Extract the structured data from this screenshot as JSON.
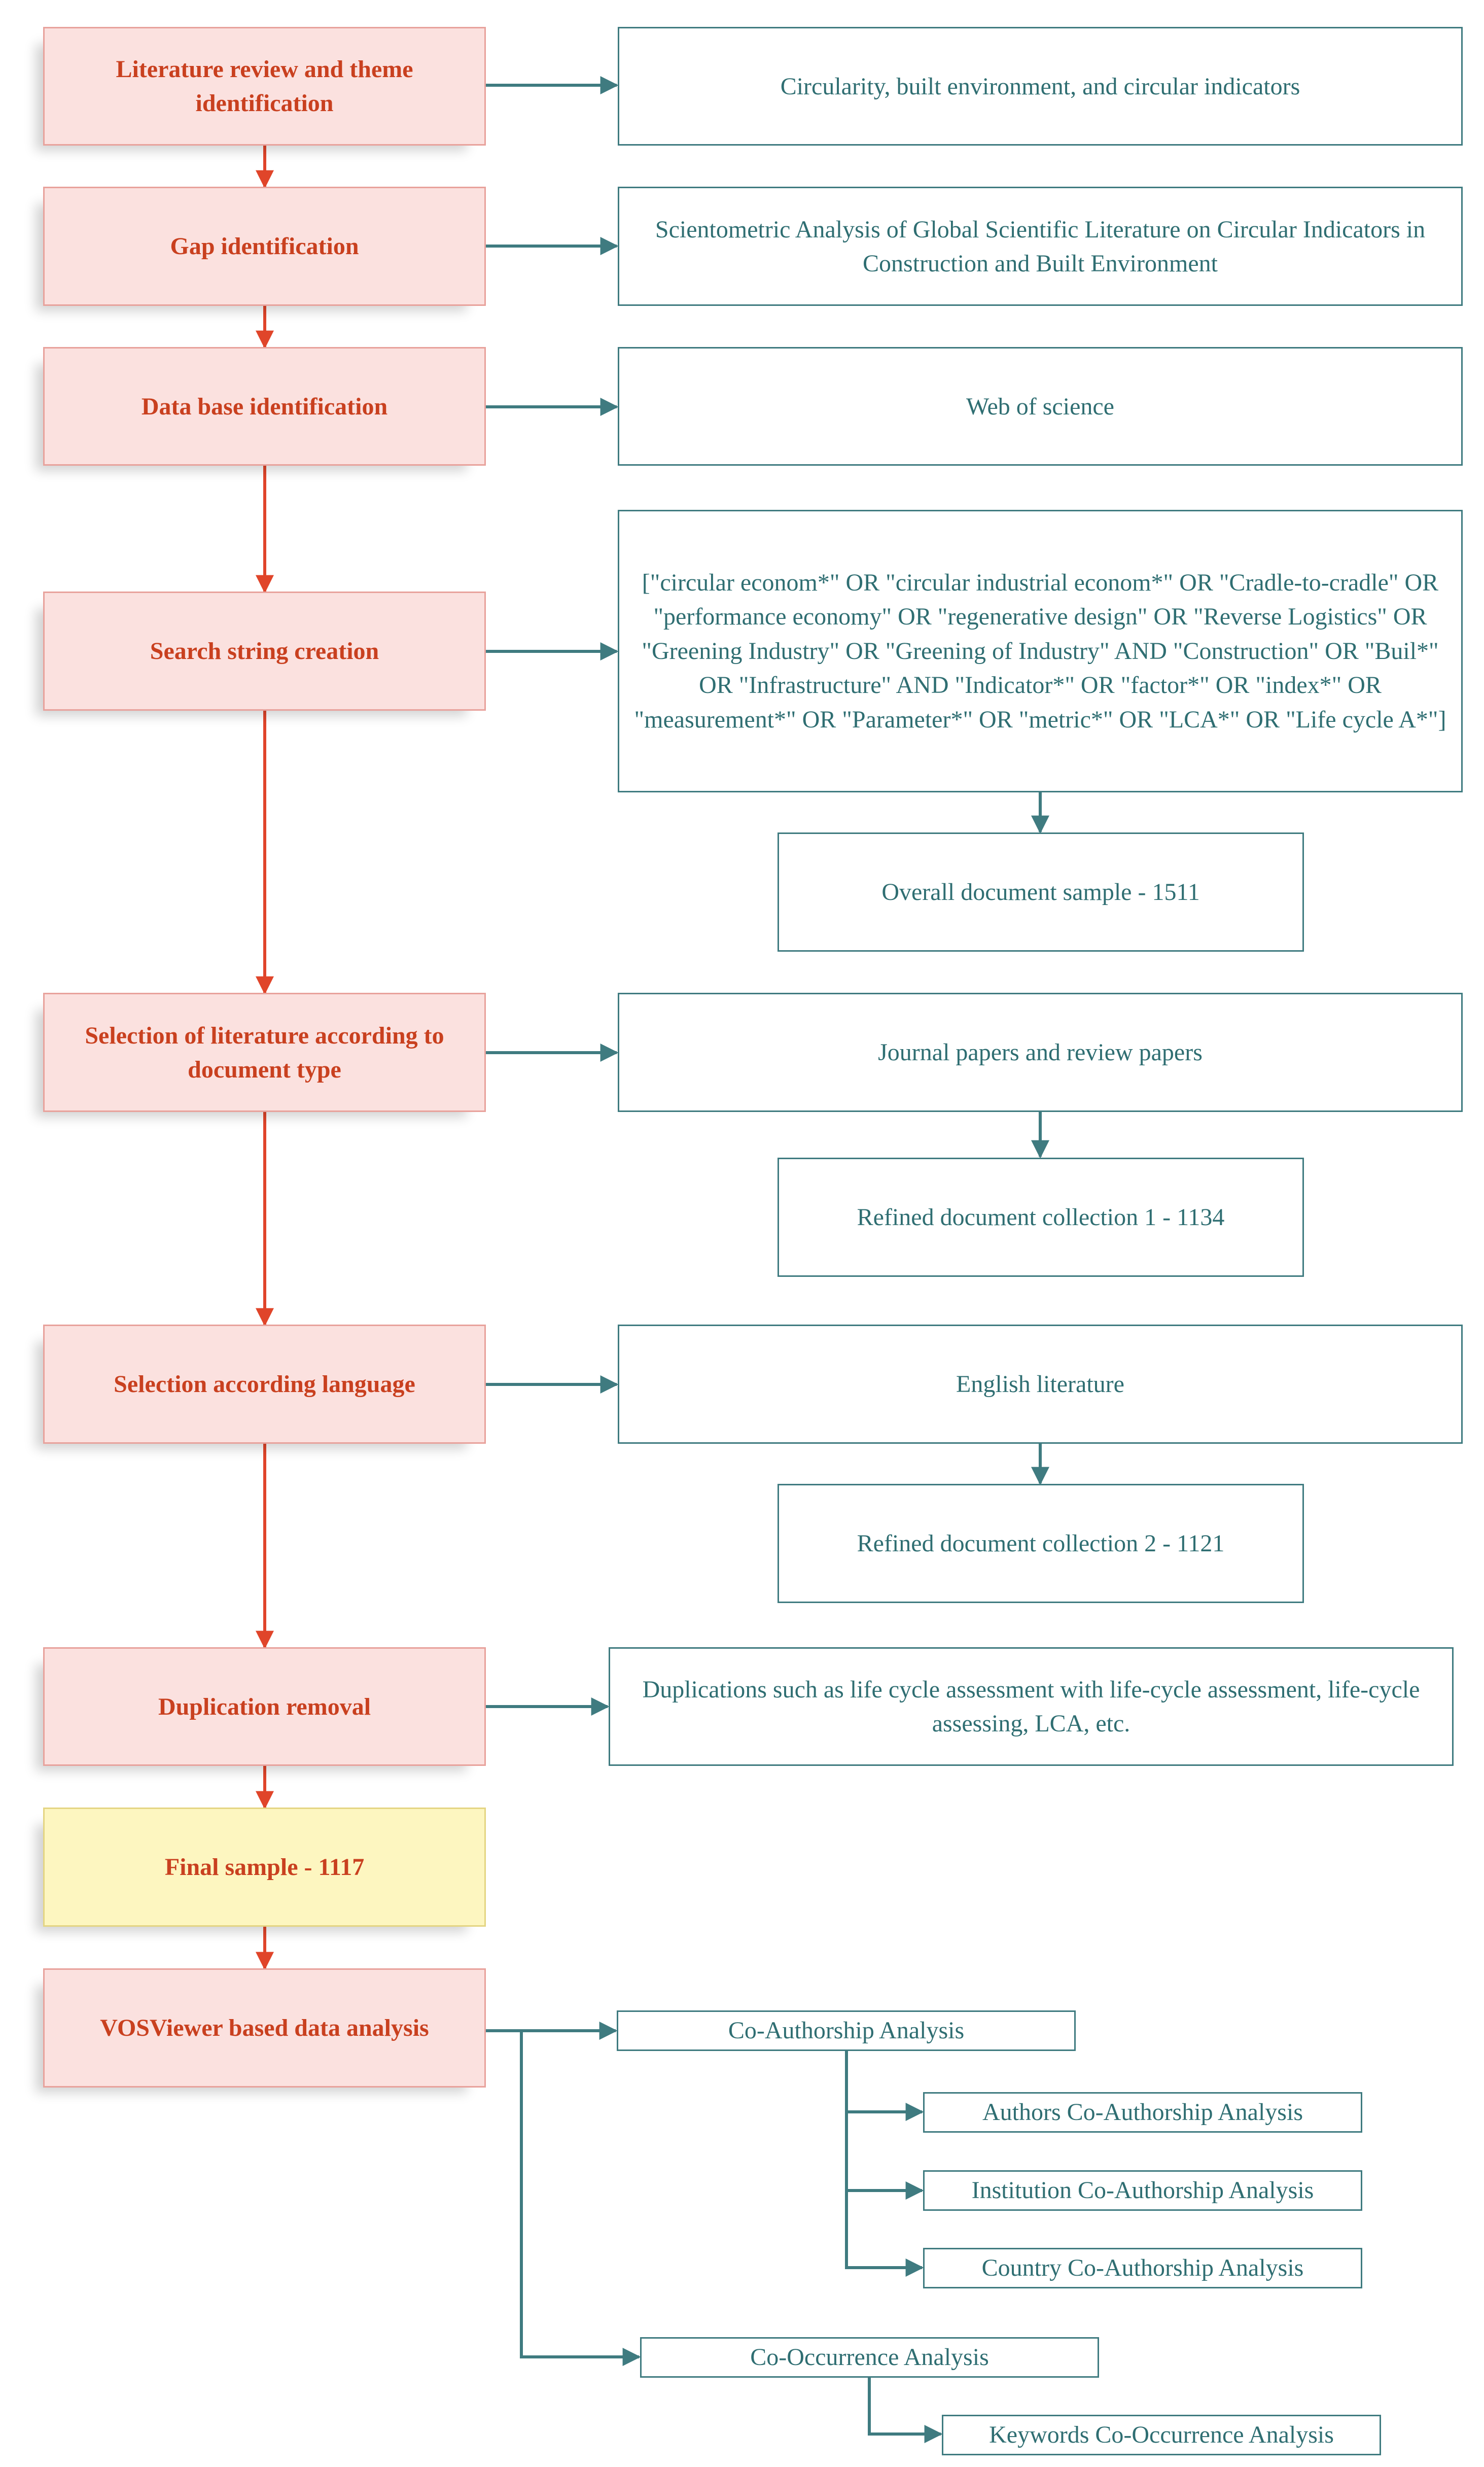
{
  "steps": {
    "literature_review": "Literature review and theme identification",
    "gap_identification": "Gap identification",
    "database_identification": "Data base identification",
    "search_string": "Search string creation",
    "document_type": "Selection of literature according to document type",
    "language": "Selection according language",
    "duplication": "Duplication removal",
    "final_sample": "Final sample - 1117",
    "vosviewer": "VOSViewer based data analysis"
  },
  "details": {
    "themes": "Circularity, built environment, and circular indicators",
    "gap": "Scientometric Analysis of Global Scientific Literature on Circular Indicators in Construction and Built Environment",
    "database": "Web of science",
    "search_query": "[\"circular econom*\" OR \"circular industrial econom*\" OR \"Cradle-to-cradle\" OR \"performance economy\" OR \"regenerative design\" OR \"Reverse Logistics\" OR \"Greening Industry\" OR \"Greening of Industry\" AND \"Construction\" OR \"Buil*\" OR \"Infrastructure\" AND \"Indicator*\" OR \"factor*\" OR \"index*\" OR \"measurement*\" OR \"Parameter*\" OR \"metric*\" OR \"LCA*\" OR \"Life cycle A*\"]",
    "overall_sample": "Overall document sample - 1511",
    "doc_types": "Journal papers and review papers",
    "refined_1": "Refined  document collection 1 - 1134",
    "language": "English literature",
    "refined_2": "Refined  document collection 2 - 1121",
    "duplications": "Duplications such as life cycle assessment with life-cycle assessment, life-cycle assessing, LCA, etc."
  },
  "analysis": {
    "co_authorship": "Co-Authorship Analysis",
    "authors": "Authors Co-Authorship Analysis",
    "institution": "Institution Co-Authorship Analysis",
    "country": "Country Co-Authorship Analysis",
    "co_occurrence": "Co-Occurrence Analysis",
    "keywords": "Keywords Co-Occurrence Analysis"
  },
  "colors": {
    "step_fill": "#fbe1df",
    "step_text": "#c9401f",
    "final_fill": "#fdf6c0",
    "info_border": "#3f7b80",
    "step_arrow": "#e0452a",
    "info_arrow": "#3f7b80"
  }
}
